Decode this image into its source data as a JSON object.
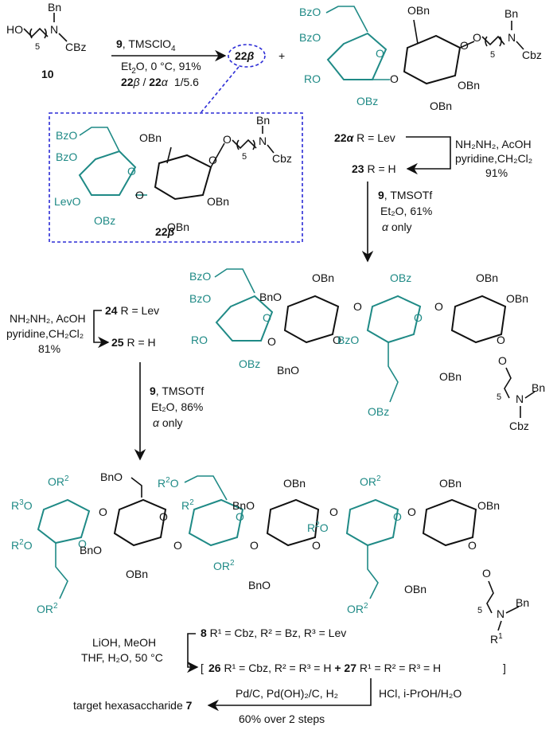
{
  "colors": {
    "accent": "#1f8a86",
    "box": "#2b2bd6",
    "ink": "#111111"
  },
  "step1": {
    "reagent_num": "9",
    "reagent_rest": ", TMSClO",
    "reagent_sub": "4",
    "cond": "Et",
    "cond_sub": "2",
    "cond_rest": "O, 0 °C, 91%",
    "ratio_a": "22",
    "ratio_a_greek": "β",
    "ratio_sep": " / ",
    "ratio_b": "22",
    "ratio_b_greek": "α",
    "ratio_val": "1/5.6"
  },
  "compound10": {
    "ho": "HO",
    "sub": "5",
    "n": "N",
    "bn": "Bn",
    "cbz": "CBz",
    "num": "10"
  },
  "product22b_label": {
    "num": "22",
    "greek": "β"
  },
  "plus": "+",
  "frag": {
    "bzo": "BzO",
    "obz": "OBz",
    "obn": "OBn",
    "bno": "BnO",
    "ro": "RO",
    "levo": "LevO",
    "bn": "Bn",
    "n": "N",
    "cbz": "Cbz",
    "sub5": "5",
    "o": "O",
    "r3o": "R",
    "r3sup": "3",
    "r2sup": "2",
    "r1": "R",
    "r1sup": "1",
    "or": "OR"
  },
  "label22a": {
    "num": "22",
    "greek": "α",
    "rest": " R = Lev"
  },
  "step2": {
    "line1": "NH₂NH₂, AcOH",
    "line2": "pyridine,CH₂Cl₂",
    "line3": "91%"
  },
  "label23": {
    "num": "23",
    "rest": " R = H"
  },
  "step3": {
    "num": "9",
    "rest": ", TMSOTf",
    "line2": "Et₂O, 61%",
    "line3": "only",
    "greek": "α"
  },
  "label24": {
    "num": "24",
    "rest": " R = Lev"
  },
  "label25": {
    "num": "25",
    "rest": " R = H"
  },
  "step4": {
    "line1": "NH₂NH₂, AcOH",
    "line2": "pyridine,CH₂Cl₂",
    "line3": "81%"
  },
  "step5": {
    "num": "9",
    "rest": ", TMSOTf",
    "line2": "Et₂O, 86%",
    "line3": "only",
    "greek": "α"
  },
  "label8": {
    "num": "8",
    "text": " R¹ = Cbz, R² = Bz, R³ = Lev"
  },
  "step6": {
    "line1": "LiOH, MeOH",
    "line2": "THF, H₂O, 50 °C"
  },
  "label26": {
    "num": "26",
    "text": " R¹ = Cbz, R² = R³ = H",
    "plus": " + ",
    "num2": "27",
    "text2": " R¹ = R² = R³ = H"
  },
  "step7": {
    "line1": "Pd/C, Pd(OH)₂/C, H₂",
    "line1b": "HCl, i-PrOH/H₂O",
    "line2": "60% over 2 steps"
  },
  "target": {
    "text": "target hexasaccharide ",
    "num": "7"
  }
}
